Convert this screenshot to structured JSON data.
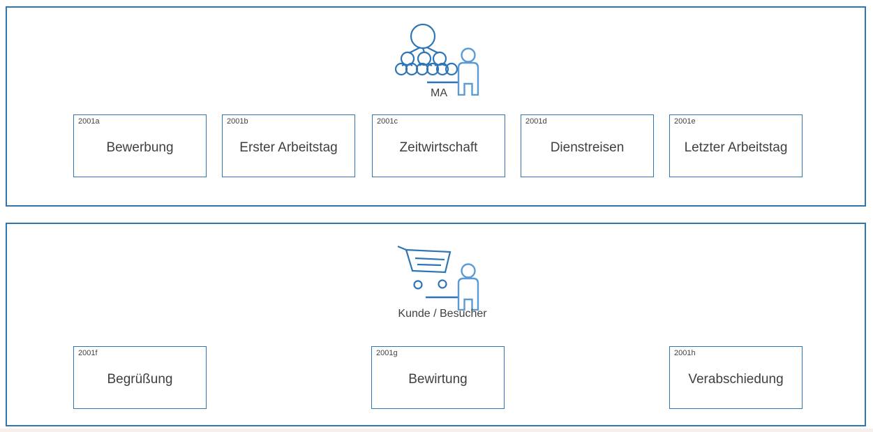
{
  "colors": {
    "panel_border": "#2E75B6",
    "box_border": "#2E75B6",
    "icon_primary": "#2E75B6",
    "icon_secondary": "#5B9BD5",
    "text": "#3f3f3f"
  },
  "panels": [
    {
      "actor": {
        "label": "MA",
        "icon": "org-hierarchy-person-icon"
      },
      "boxes": [
        {
          "id": "2001a",
          "label": "Bewerbung"
        },
        {
          "id": "2001b",
          "label": "Erster Arbeitstag"
        },
        {
          "id": "2001c",
          "label": "Zeitwirtschaft"
        },
        {
          "id": "2001d",
          "label": "Dienstreisen"
        },
        {
          "id": "2001e",
          "label": "Letzter Arbeitstag"
        }
      ]
    },
    {
      "actor": {
        "label": "Kunde / Besucher",
        "icon": "shopping-cart-person-icon"
      },
      "boxes": [
        {
          "id": "2001f",
          "label": "Begrüßung"
        },
        {
          "id": "2001g",
          "label": "Bewirtung"
        },
        {
          "id": "2001h",
          "label": "Verabschiedung"
        }
      ]
    }
  ]
}
